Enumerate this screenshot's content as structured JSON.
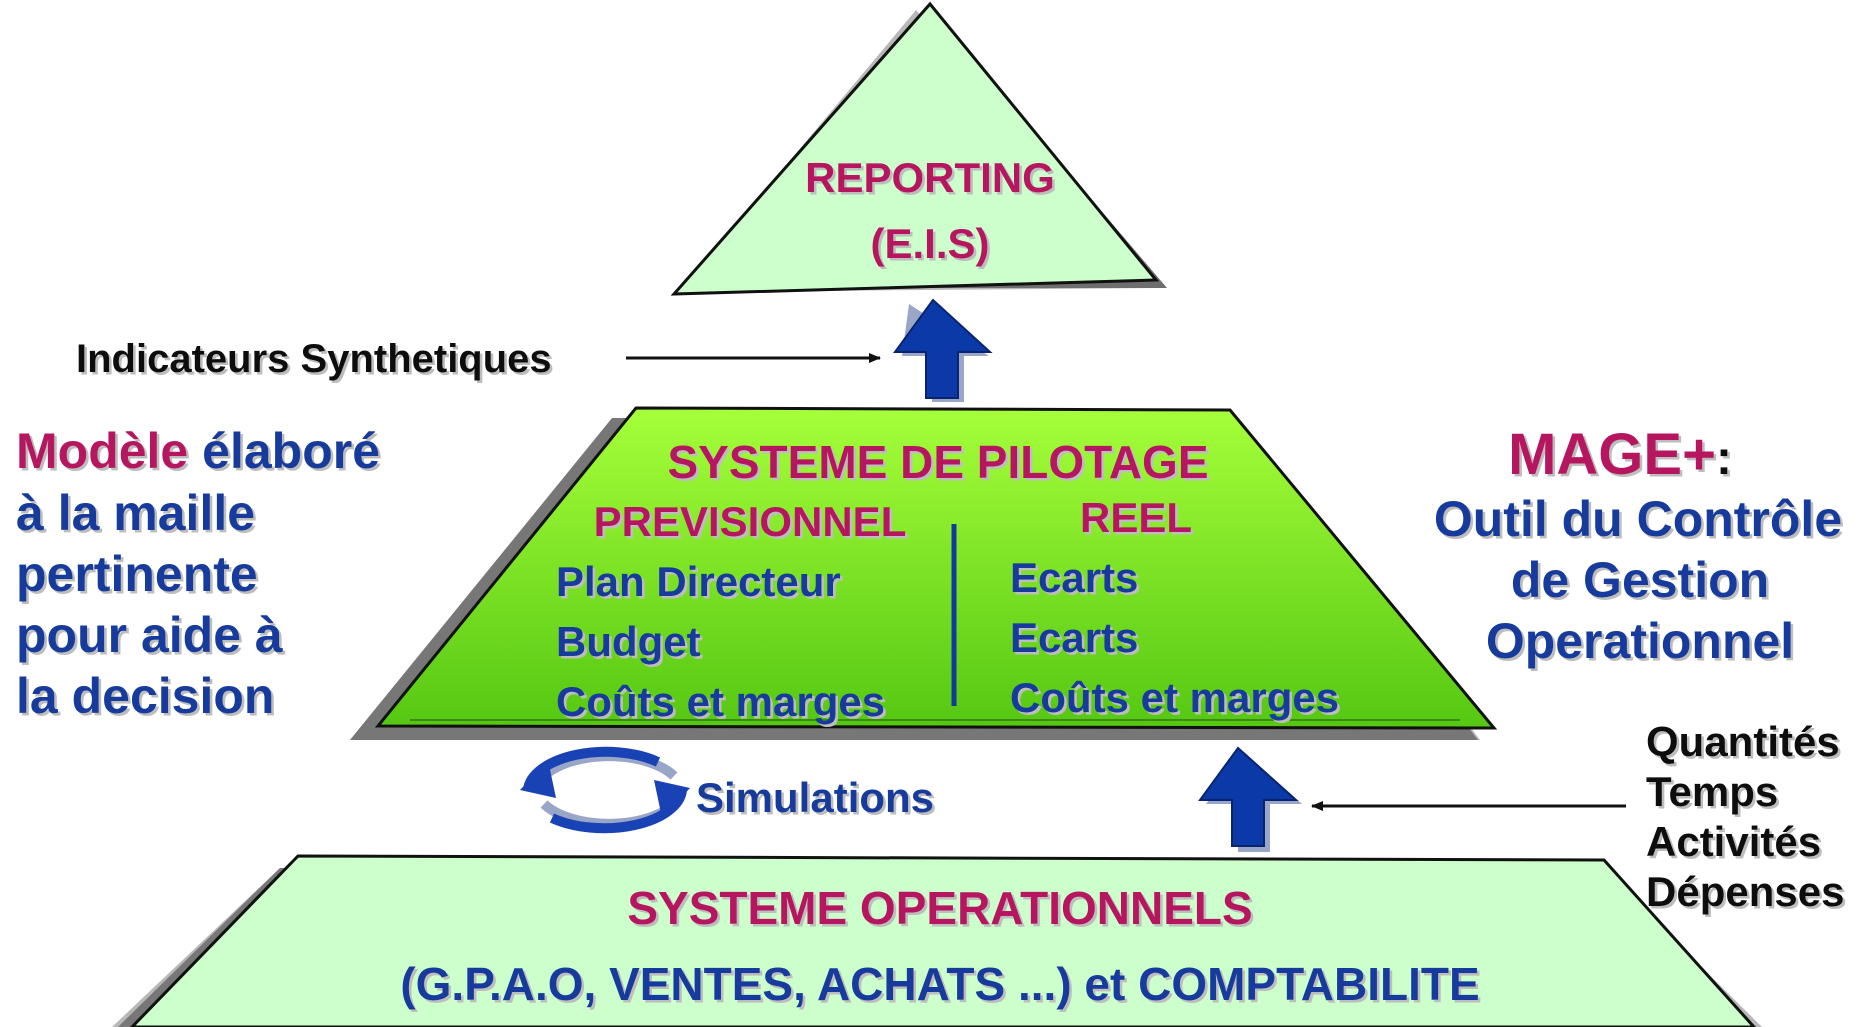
{
  "colors": {
    "magenta": "#b5145f",
    "navy": "#123a9c",
    "black": "#111111",
    "pale_green": "#ccffcc",
    "bright_green_top": "#99ff33",
    "bright_green_bottom": "#55cc11",
    "arrow_blue": "#0d3faa"
  },
  "reporting": {
    "title": "REPORTING",
    "subtitle": "(E.I.S)"
  },
  "indicateurs": {
    "label": "Indicateurs Synthetiques"
  },
  "pilotage": {
    "title": "SYSTEME DE PILOTAGE",
    "previsionnel": {
      "header": "PREVISIONNEL",
      "items": [
        "Plan Directeur",
        "Budget",
        "Coûts et marges"
      ]
    },
    "reel": {
      "header": "REEL",
      "items": [
        "Ecarts",
        "Ecarts",
        "Coûts et marges"
      ]
    }
  },
  "left_note": {
    "highlight": "Modèle",
    "line1_rest": " élaboré",
    "lines": [
      "à la maille",
      "pertinente",
      "pour aide à",
      "la decision"
    ]
  },
  "right_note": {
    "title": "MAGE+",
    "colon": ":",
    "lines": [
      "Outil du Contrôle",
      "de Gestion",
      "Operationnel"
    ]
  },
  "simulations": {
    "label": "Simulations",
    "icon": "cycle-arrows-icon"
  },
  "inputs": {
    "items": [
      "Quantités",
      "Temps",
      "Activités",
      "Dépenses"
    ]
  },
  "operationnels": {
    "title": "SYSTEME OPERATIONNELS",
    "subtitle": "(G.P.A.O, VENTES, ACHATS ...) et COMPTABILITE"
  }
}
